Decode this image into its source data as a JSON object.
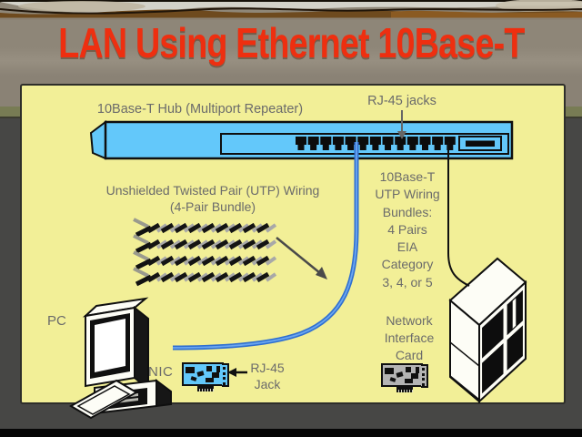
{
  "slide": {
    "title": "LAN Using Ethernet 10Base-T"
  },
  "diagram": {
    "hub": {
      "label": "10Base-T Hub (Multiport Repeater)",
      "jacks_label": "RJ-45 jacks",
      "port_count": 13
    },
    "utp": {
      "title": "Unshielded Twisted Pair (UTP) Wiring",
      "subtitle": "(4-Pair Bundle)",
      "pair_rows": 4
    },
    "bundle_note": "10Base-T\nUTP Wiring\nBundles:\n4 Pairs\nEIA\nCategory\n3, 4, or 5",
    "pc": {
      "label": "PC",
      "nic_label": "NIC",
      "jack_note": "RJ-45\nJack"
    },
    "server": {
      "nic_note": "Network\nInterface\nCard"
    }
  },
  "colors": {
    "title_red": "#ee2f10",
    "panel_yellow": "#f2ef97",
    "hub_blue": "#63c8fa",
    "cable_blue": "#3b7ce0",
    "label_gray": "#6b6b6b",
    "bg_taupe": "#8b8173",
    "bg_dark": "#474745",
    "nic_gray": "#b4b4b4"
  }
}
